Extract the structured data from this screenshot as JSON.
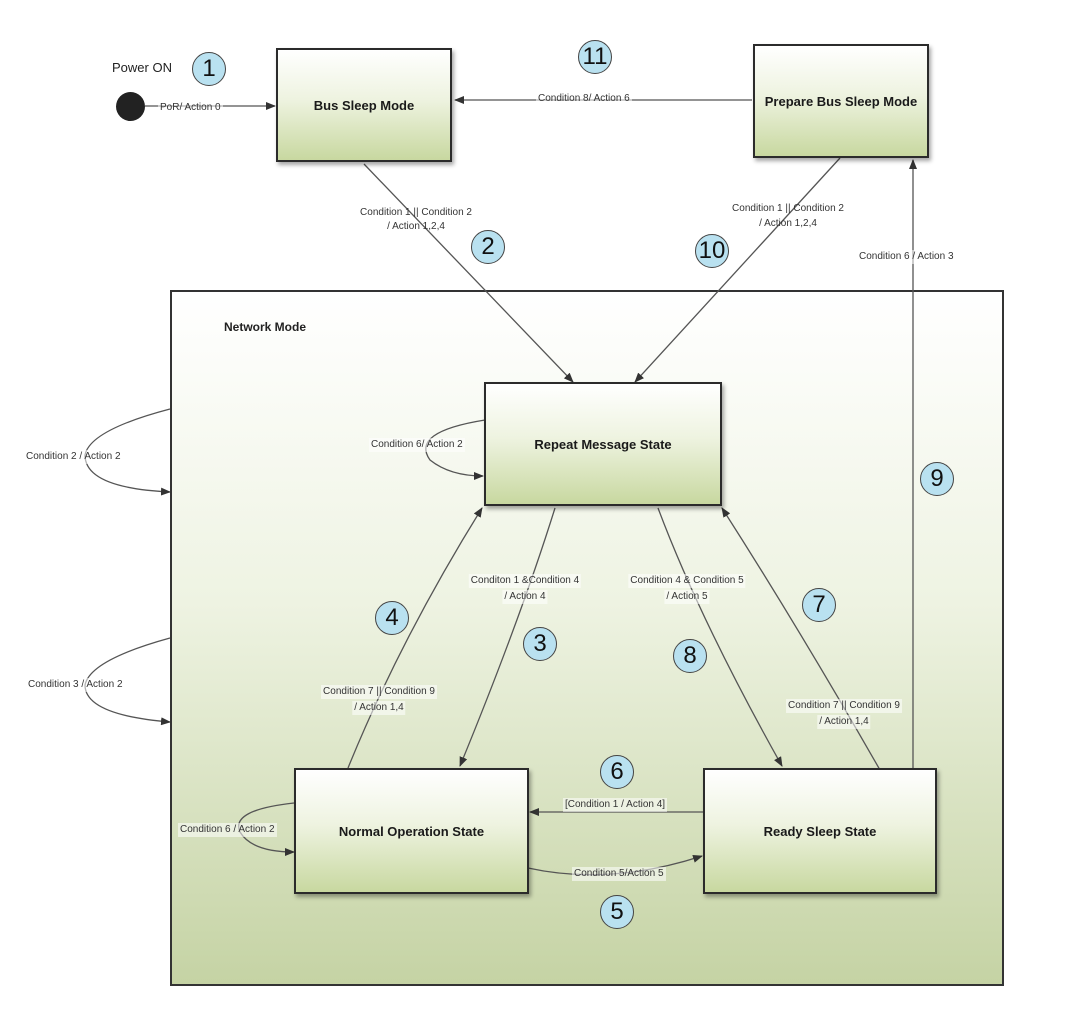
{
  "power_on": "Power ON",
  "network_mode": "Network Mode",
  "states": {
    "bus_sleep": "Bus Sleep  Mode",
    "prepare_bus_sleep": "Prepare Bus Sleep Mode",
    "repeat_message": "Repeat Message State",
    "normal_operation": "Normal Operation State",
    "ready_sleep": "Ready Sleep State"
  },
  "transitions": {
    "t1": "PoR/ Action 0",
    "t2_line1": "Condition 1 || Condition 2",
    "t2_line2": "/ Action 1,2,4",
    "t3_line1": "Conditon 1 &Condition 4",
    "t3_line2": "/ Action 4",
    "t4_line1": "Condition 7 || Condition 9",
    "t4_line2": "/ Action 1,4",
    "t5": "Condition 5/Action 5",
    "t6": "[Condition 1 / Action 4]",
    "t7_line1": "Condition 7 || Condition 9",
    "t7_line2": "/ Action 1,4",
    "t8_line1": "Condition 4 & Condition 5",
    "t8_line2": "/ Action 5",
    "t9": "Condition 6  / Action 3",
    "t10_line1": "Condition 1 || Condition 2",
    "t10_line2": "/ Action 1,2,4",
    "t11": "Condition 8/ Action 6",
    "self_repeat": "Condition 6/ Action 2",
    "self_normal": "Condition 6 / Action 2",
    "net_cond2": "Condition 2  / Action 2",
    "net_cond3": "Condition 3 / Action 2"
  },
  "numbers": [
    "1",
    "2",
    "3",
    "4",
    "5",
    "6",
    "7",
    "8",
    "9",
    "10",
    "11"
  ]
}
